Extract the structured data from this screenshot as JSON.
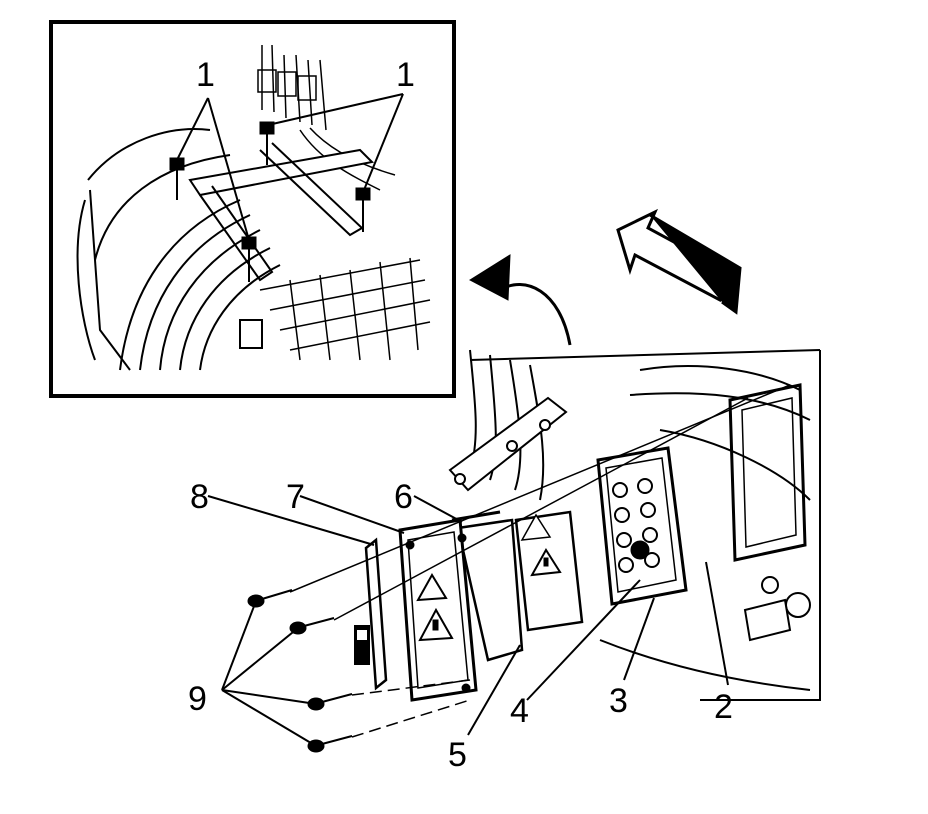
{
  "callouts": {
    "c1_left": "1",
    "c1_right": "1",
    "c2": "2",
    "c3": "3",
    "c4": "4",
    "c5": "5",
    "c6": "6",
    "c7": "7",
    "c8": "8",
    "c9": "9"
  }
}
